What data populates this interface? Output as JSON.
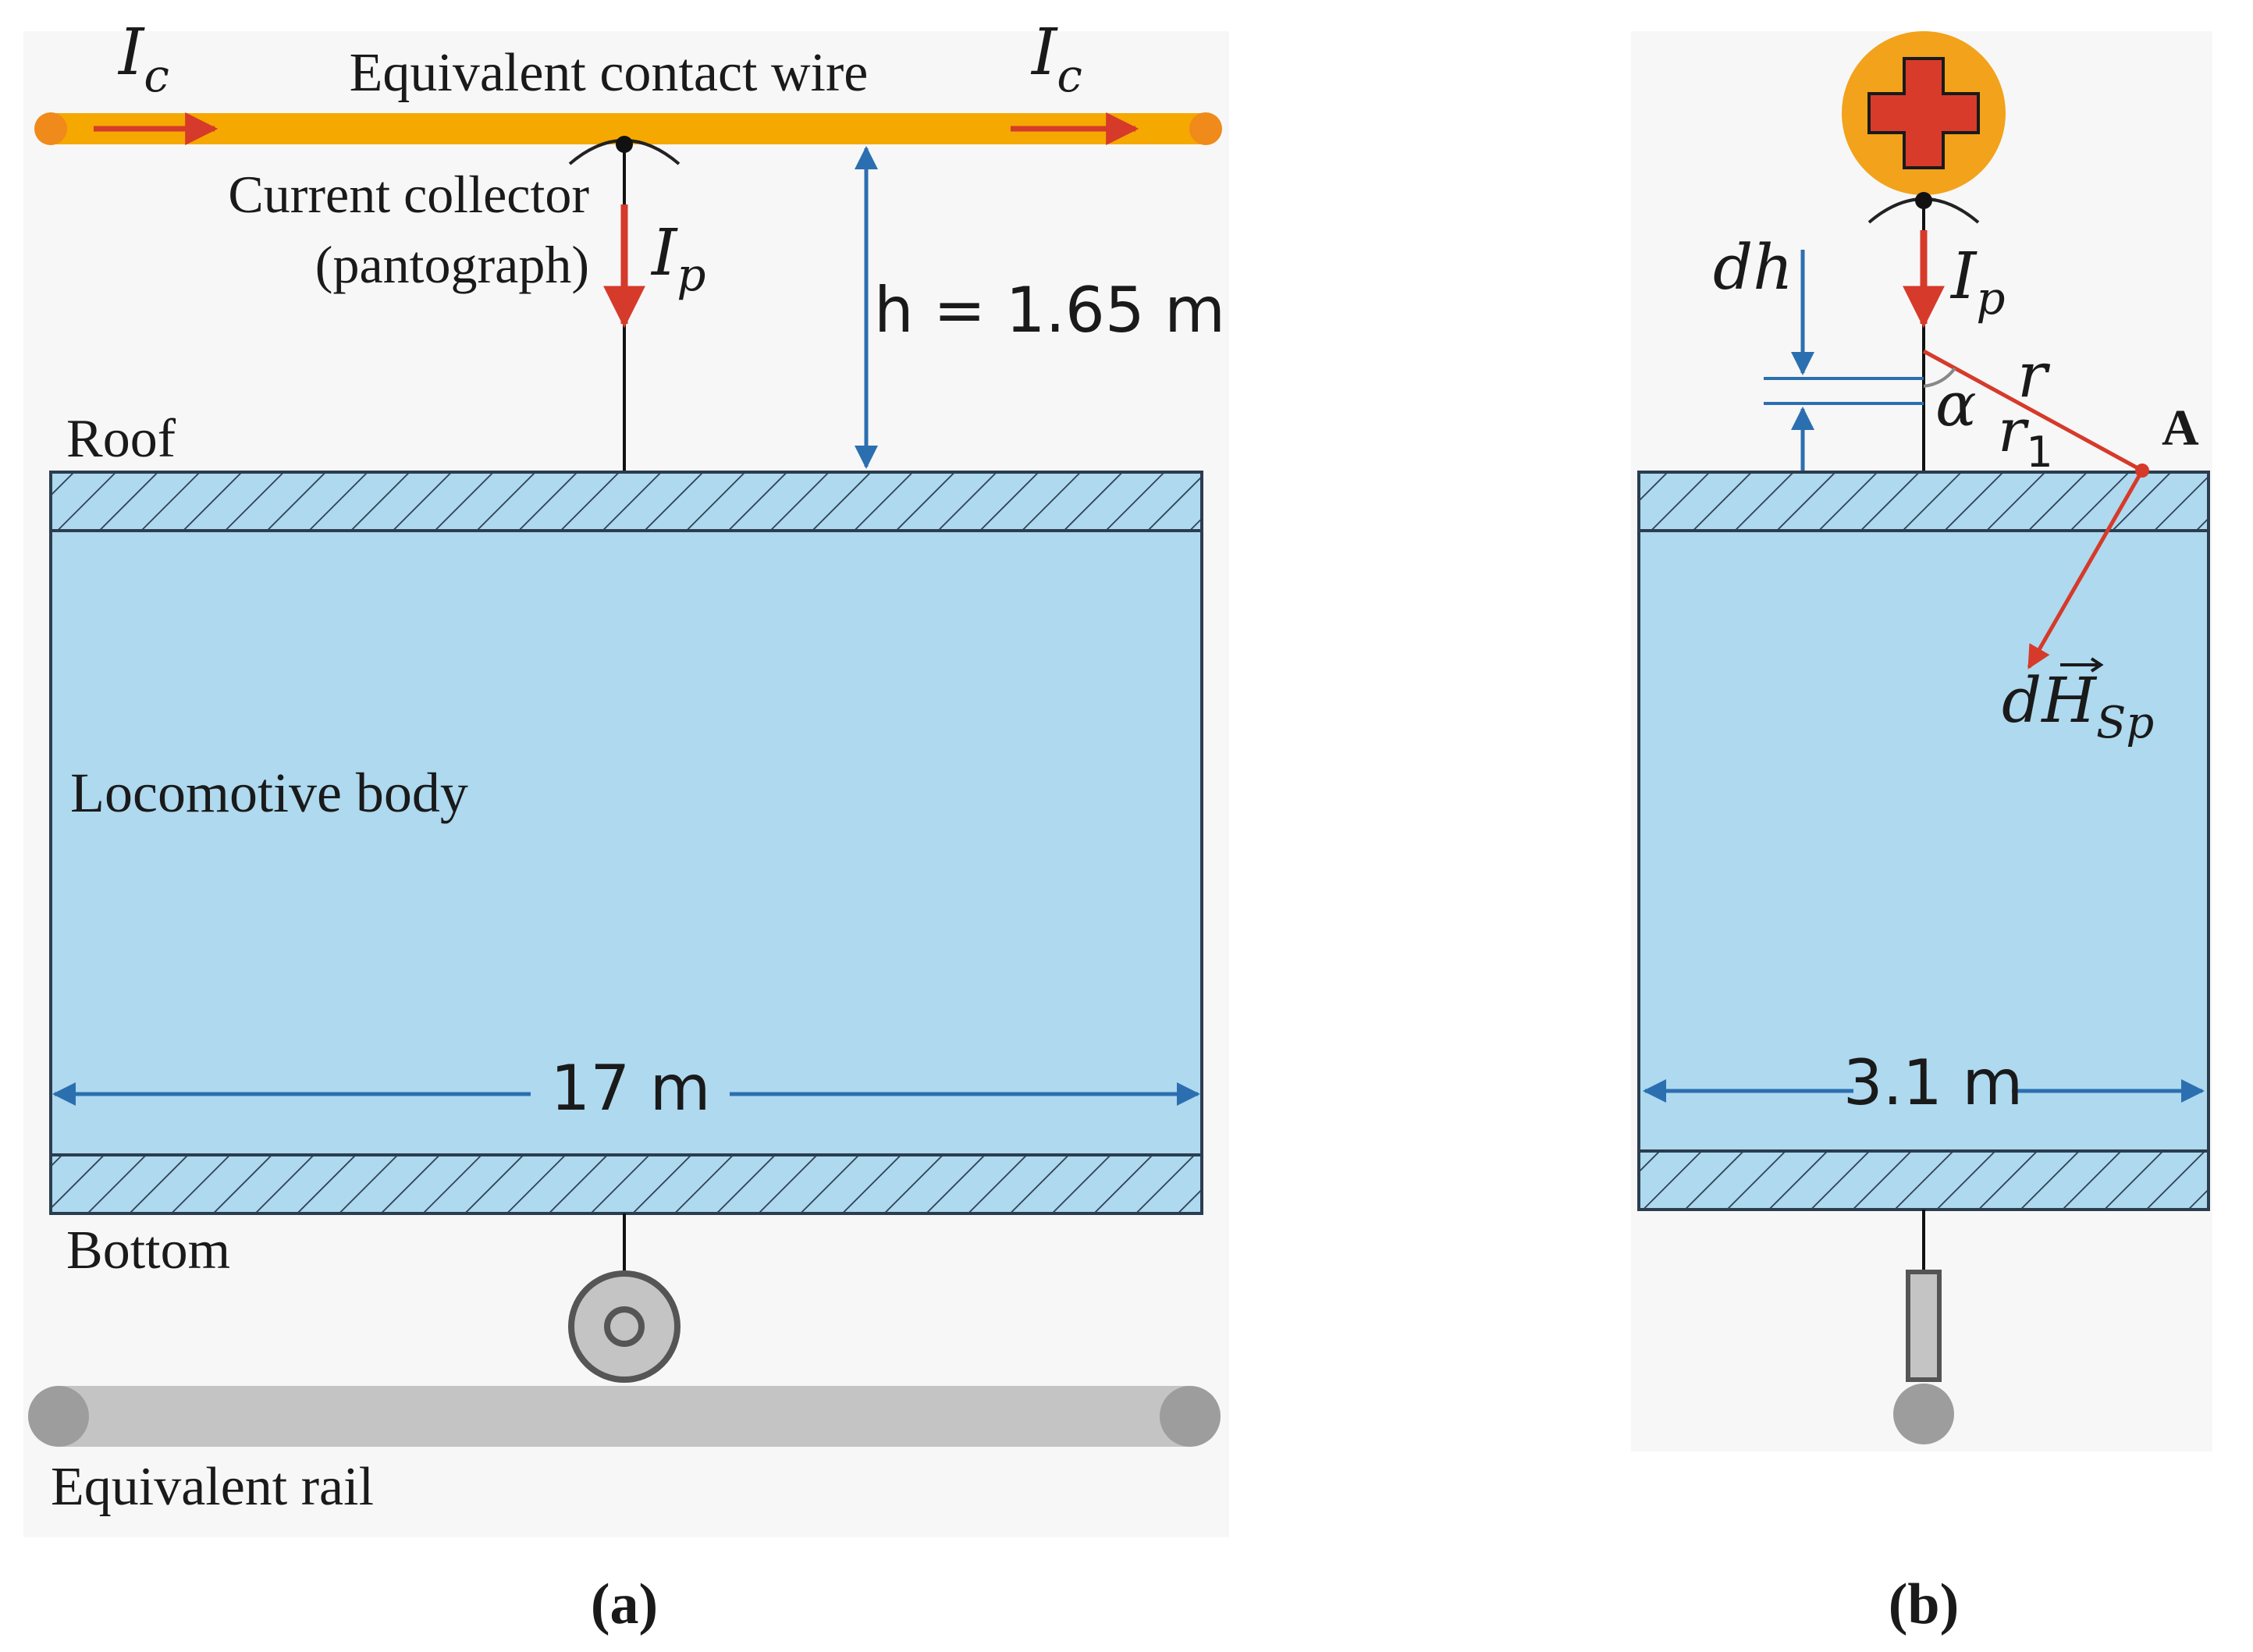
{
  "panel_a": {
    "contact_wire_label": "Equivalent contact wire",
    "current_ic_left": "I",
    "current_ic_left_sub": "c",
    "current_ic_right": "I",
    "current_ic_right_sub": "c",
    "collector_label_line1": "Current collector",
    "collector_label_line2": "(pantograph)",
    "current_ip": "I",
    "current_ip_sub": "p",
    "height_label": "h = 1.65 m",
    "roof_label": "Roof",
    "body_label": "Locomotive body",
    "length_label": "17 m",
    "bottom_label": "Bottom",
    "rail_label": "Equivalent rail",
    "caption": "(a)"
  },
  "panel_b": {
    "dh_label": "dh",
    "current_ip": "I",
    "current_ip_sub": "p",
    "r_label": "r",
    "alpha_label": "α",
    "r1_label": "r",
    "r1_sub": "1",
    "point_label": "A",
    "field_label": "dH",
    "field_sub": "Sp",
    "width_label": "3.1 m",
    "caption": "(b)"
  },
  "colors": {
    "wire": "#f5a800",
    "wire_end": "#f08a1a",
    "arrow_red": "#d63a2a",
    "body_fill": "#aed9ef",
    "hatch": "#2b3d4f",
    "dim_blue": "#2c6fb0",
    "rail": "#c4c4c4",
    "rail_end": "#9d9d9d",
    "plus_circle": "#f2a21b",
    "plus_red": "#d93b2b"
  }
}
